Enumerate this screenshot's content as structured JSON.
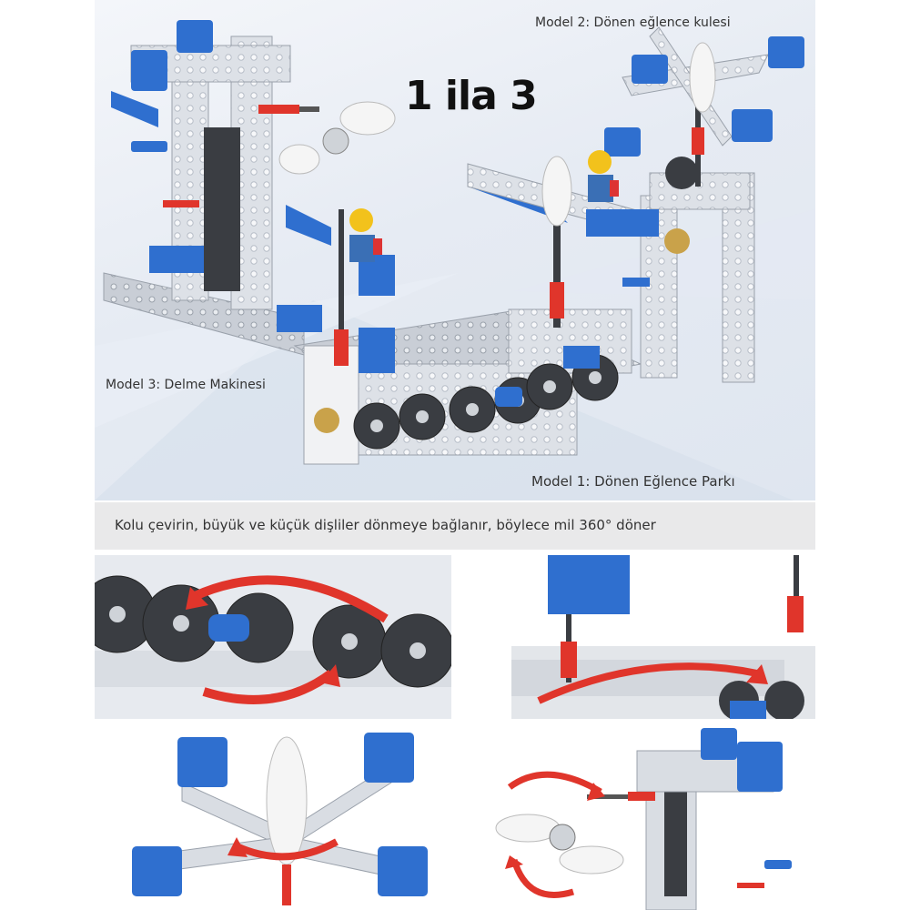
{
  "labels": {
    "model2": "Model 2: Dönen eğlence kulesi",
    "title": "1 ila 3",
    "model3": "Model 3: Delme Makinesi",
    "model1": "Model 1: Dönen Eğlence Parkı"
  },
  "caption": "Kolu çevirin, büyük ve küçük dişliler dönmeye bağlanır, böylece mil 360° döner",
  "colors": {
    "brand_blue": "#2f6fcf",
    "light_gray": "#d9dde3",
    "dark_gear": "#3a3d42",
    "red_accent": "#e0352b"
  }
}
